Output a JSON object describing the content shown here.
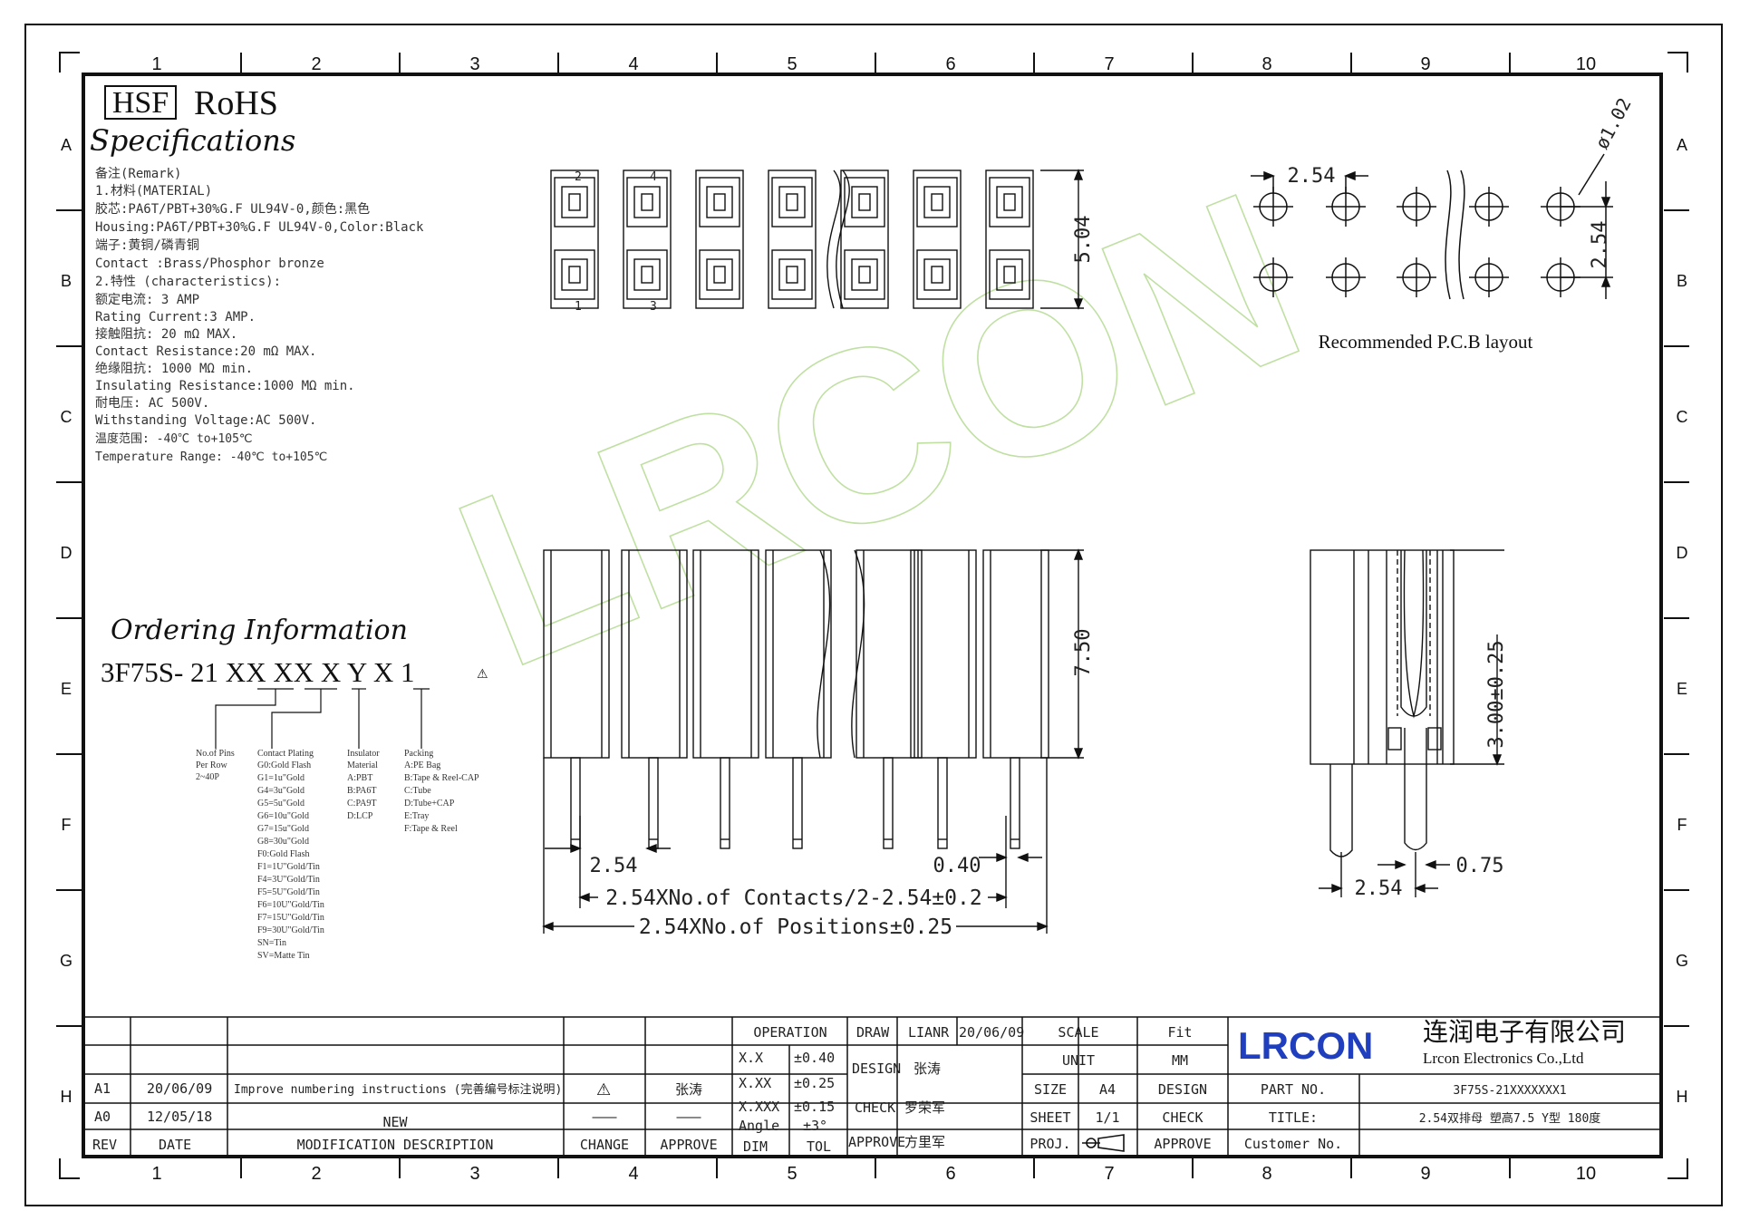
{
  "frame": {
    "cols": [
      "1",
      "2",
      "3",
      "4",
      "5",
      "6",
      "7",
      "8",
      "9",
      "10"
    ],
    "rows": [
      "A",
      "B",
      "C",
      "D",
      "E",
      "F",
      "G",
      "H"
    ]
  },
  "header": {
    "hsf": "HSF",
    "rohs": "RoHS",
    "title": "Specifications"
  },
  "specs": [
    "备注(Remark)",
    "1.材料(MATERIAL)",
    "胶芯:PA6T/PBT+30%G.F UL94V-0,颜色:黑色",
    "Housing:PA6T/PBT+30%G.F UL94V-0,Color:Black",
    "端子:黄铜/磷青铜",
    "Contact :Brass/Phosphor bronze",
    "2.特性 (characteristics):",
    "额定电流: 3 AMP",
    "Rating Current:3 AMP.",
    "接触阻抗: 20 mΩ MAX.",
    "Contact Resistance:20 mΩ MAX.",
    "绝缘阻抗: 1000 MΩ min.",
    "Insulating Resistance:1000 MΩ  min.",
    "耐电压: AC 500V.",
    "Withstanding Voltage:AC 500V.",
    "温度范围: -40℃ to+105℃",
    "Temperature Range: -40℃ to+105℃"
  ],
  "ordering": {
    "title": "Ordering Information",
    "code": "3F75S- 21 XX XX X Y X 1",
    "pins": [
      "No.of Pins",
      "Per Row",
      "2~40P"
    ],
    "plating": [
      "Contact Plating",
      "G0:Gold Flash",
      "G1=1u\"Gold",
      "G4=3u\"Gold",
      "G5=5u\"Gold",
      "G6=10u\"Gold",
      "G7=15u\"Gold",
      "G8=30u\"Gold",
      "F0:Gold Flash",
      "F1=1U\"Gold/Tin",
      "F4=3U\"Gold/Tin",
      "F5=5U\"Gold/Tin",
      "F6=10U\"Gold/Tin",
      "F7=15U\"Gold/Tin",
      "F9=30U\"Gold/Tin",
      "SN=Tin",
      "SV=Matte Tin"
    ],
    "insulator": [
      "Insulator",
      "Material",
      "A:PBT",
      "B:PA6T",
      "C:PA9T",
      "D:LCP"
    ],
    "packing": [
      "Packing",
      "A:PE Bag",
      "B:Tape & Reel-CAP",
      "C:Tube",
      "D:Tube+CAP",
      "E:Tray",
      "F:Tape & Reel"
    ]
  },
  "pin_numbers": [
    "2",
    "4",
    "1",
    "3"
  ],
  "dims": {
    "top_height": "5.04",
    "pcb_pitch": "2.54",
    "pcb_pitch_v": "2.54",
    "pcb_hole": "ø1.02",
    "pcb_caption": "Recommended P.C.B layout",
    "front_height": "7.50",
    "front_pitch": "2.54",
    "front_pin": "0.40",
    "contacts_formula": "2.54XNo.of Contacts/2-2.54±0.2",
    "positions_formula": "2.54XNo.of Positions±0.25",
    "side_height": "3.00±0.25",
    "side_pin": "0.75",
    "side_pitch": "2.54"
  },
  "watermark": "LRCON",
  "revisions": {
    "rows": [
      {
        "rev": "A1",
        "date": "20/06/09",
        "desc": "Improve numbering instructions (完善编号标注说明)",
        "change": "",
        "approve": "张涛"
      },
      {
        "rev": "A0",
        "date": "12/05/18",
        "desc": "NEW",
        "change": "———",
        "approve": "———"
      }
    ],
    "headers": {
      "rev": "REV",
      "date": "DATE",
      "desc": "MODIFICATION DESCRIPTION",
      "change": "CHANGE",
      "approve": "APPROVE"
    }
  },
  "tolerance": {
    "operation": "OPERATION",
    "rows": [
      {
        "dim": "X.X",
        "tol": "±0.40"
      },
      {
        "dim": "X.XX",
        "tol": "±0.25"
      },
      {
        "dim": "X.XXX",
        "tol": "±0.15"
      },
      {
        "dim": "Angle",
        "tol": "±3°"
      }
    ],
    "dim_label": "DIM",
    "tol_label": "TOL"
  },
  "signoff": {
    "draw": "DRAW",
    "draw_name": "LIANR",
    "draw_date": "20/06/09",
    "design": "DESIGN",
    "design_name": "张涛",
    "check": "CHECK",
    "check_name": "罗荣军",
    "approve": "APPROVE",
    "approve_name": "方里军"
  },
  "block": {
    "scale": "SCALE",
    "scale_val": "Fit",
    "unit": "UNIT",
    "unit_val": "MM",
    "size": "SIZE",
    "size_val": "A4",
    "sheet": "SHEET",
    "sheet_val": "1/1",
    "proj": "PROJ.",
    "design": "DESIGN",
    "check": "CHECK",
    "approve": "APPROVE",
    "part_no_label": "PART NO.",
    "part_no": "3F75S-21XXXXXXX1",
    "title_label": "TITLE:",
    "title": "2.54双排母 塑高7.5 Y型 180度",
    "customer_label": "Customer No."
  },
  "company": {
    "logo": "LRCON",
    "cn": "连润电子有限公司",
    "en": "Lrcon Electronics Co.,Ltd",
    "color": "#1f3fbf"
  }
}
